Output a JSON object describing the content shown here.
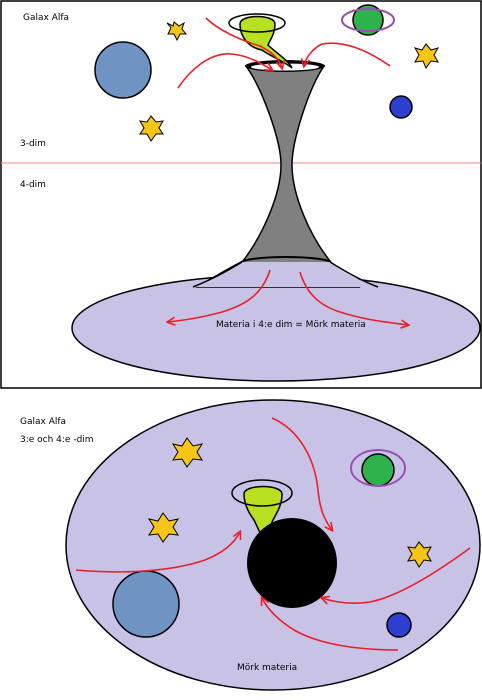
{
  "top_panel": {
    "title": "Galax Alfa",
    "label_3dim": "3-dim",
    "label_4dim": "4-dim",
    "disc_caption": "Materia i 4:e dim = Mörk materia"
  },
  "bottom_panel": {
    "title": "Galax Alfa",
    "subtitle": "3:e och 4:e -dim",
    "disc_caption": "Mörk materia"
  },
  "colors": {
    "disc_fill": "#c8c2e6",
    "funnel_fill": "#808080",
    "arrow_color": "#e8202a",
    "divider_line": "#f08080",
    "star_fill": "#f5c518",
    "planet_blue": "#6f93c3",
    "planet_green": "#2eb24b",
    "ring_purple": "#9b4fb3",
    "planet_darkblue": "#2c3fd0",
    "lime_galaxy": "#b8e021",
    "black_hole": "#000000"
  },
  "icons": [
    "star-icon",
    "planet-icon",
    "ringed-planet-icon",
    "galaxy-icon",
    "wormhole-funnel",
    "black-hole"
  ]
}
